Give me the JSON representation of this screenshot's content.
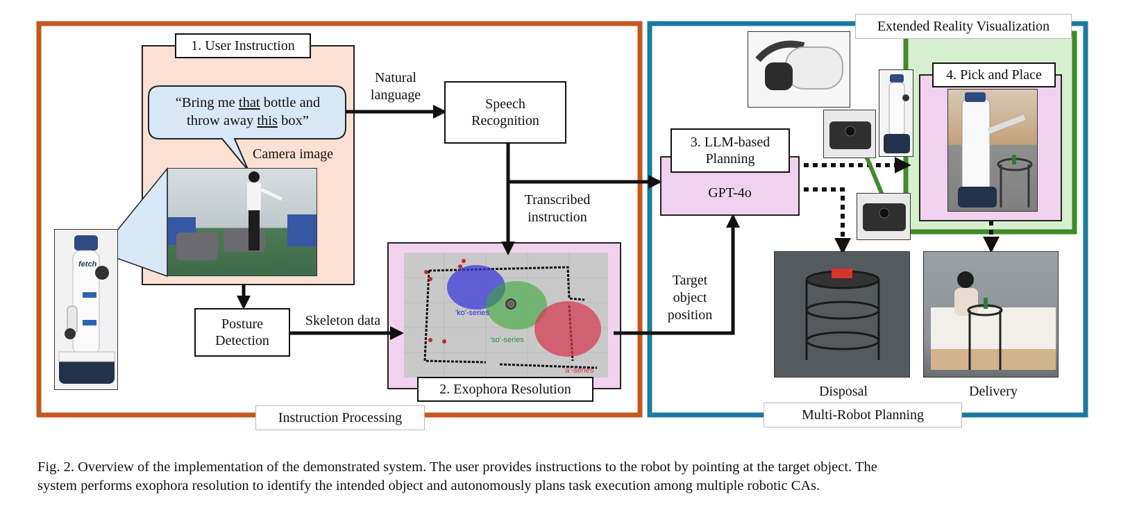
{
  "panels": {
    "instruction_processing": "Instruction Processing",
    "multi_robot_planning": "Multi-Robot Planning",
    "xr_visualization": "Extended Reality Visualization"
  },
  "user_instruction": {
    "title": "1. User Instruction",
    "speech_pre1": "“Bring me ",
    "speech_u1": "that",
    "speech_post1": " bottle and",
    "speech_pre2": "throw away ",
    "speech_u2": "this",
    "speech_post2": " box”",
    "camera_label": "Camera image"
  },
  "speech": {
    "label_line1": "Speech",
    "label_line2": "Recognition"
  },
  "natural_language": {
    "line1": "Natural",
    "line2": "language"
  },
  "transcribed": {
    "line1": "Transcribed",
    "line2": "instruction"
  },
  "posture": {
    "line1": "Posture",
    "line2": "Detection"
  },
  "skeleton_label": "Skeleton data",
  "exophora": {
    "title": "2. Exophora Resolution",
    "series_ko": "'ko'-series",
    "series_so": "'so'-series",
    "series_a": "'a'-series"
  },
  "target": {
    "line1": "Target",
    "line2": "object",
    "line3": "position"
  },
  "llm": {
    "title_line1": "3. LLM-based",
    "title_line2": "Planning",
    "model": "GPT-4o"
  },
  "pick_place": {
    "title": "4. Pick and Place"
  },
  "robot_brand": "fetch",
  "tasks": {
    "disposal": "Disposal",
    "delivery": "Delivery"
  },
  "colors": {
    "instruction_frame": "#c4571f",
    "planning_frame": "#1c7aa0",
    "xr_green": "#3f8a2a",
    "peach": "#fce0d4",
    "pink": "#f0d2ee",
    "bubble": "#d8e8f6",
    "xr_fill": "#d6efcf"
  },
  "caption": {
    "line1": "Fig. 2.    Overview of the implementation of the demonstrated system. The user provides instructions to the robot by pointing at the target object. The",
    "line2": "system performs exophora resolution to identify the intended object and autonomously plans task execution among multiple robotic CAs."
  }
}
